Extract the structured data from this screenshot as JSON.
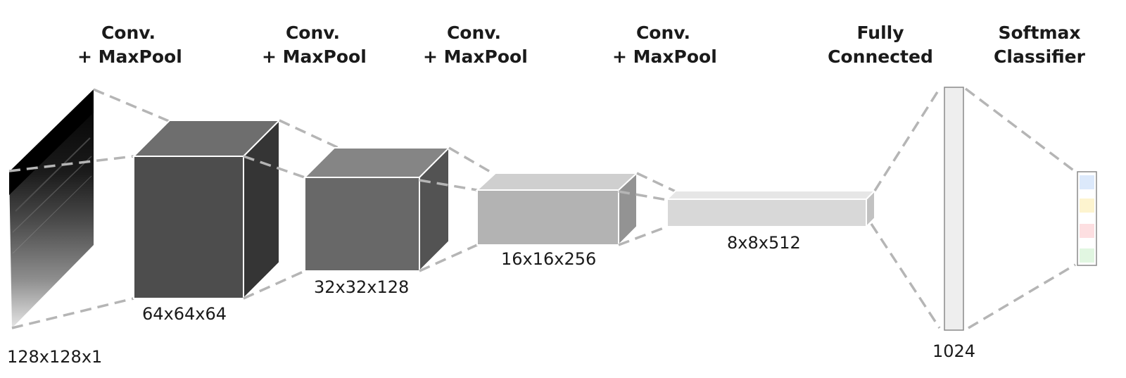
{
  "layers": [
    {
      "title_line1": "Conv.",
      "title_line2": "+ MaxPool"
    },
    {
      "title_line1": "Conv.",
      "title_line2": "+ MaxPool"
    },
    {
      "title_line1": "Conv.",
      "title_line2": "+ MaxPool"
    },
    {
      "title_line1": "Conv.",
      "title_line2": "+ MaxPool"
    },
    {
      "title_line1": "Fully",
      "title_line2": "Connected"
    },
    {
      "title_line1": "Softmax",
      "title_line2": "Classifier"
    }
  ],
  "shapes": {
    "input": "128x128x1",
    "block1": "64x64x64",
    "block2": "32x32x128",
    "block3": "16x16x256",
    "block4": "8x8x512",
    "fc": "1024"
  },
  "colors": {
    "block1": "#4d4d4d",
    "block2": "#686868",
    "block3": "#b3b3b3",
    "block4": "#d8d8d8",
    "fc": "#eeeeee",
    "connector": "#b5b5b5",
    "softmax_classes": [
      "#dce9fb",
      "#fdf4cf",
      "#fddfe1",
      "#e1f6e1"
    ]
  }
}
